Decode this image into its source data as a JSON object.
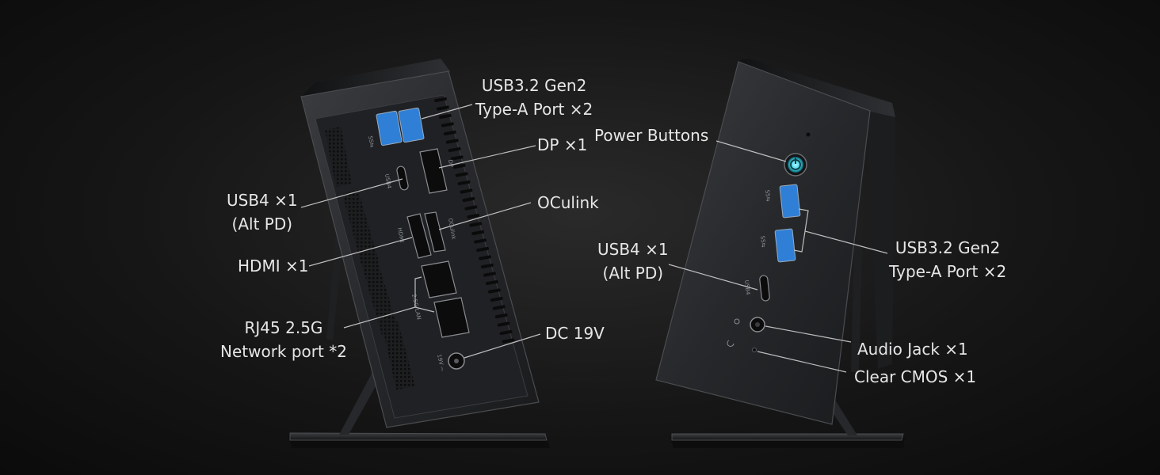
{
  "labels": {
    "left": {
      "usb32": {
        "line1": "USB3.2 Gen2",
        "line2": "Type-A Port ×2"
      },
      "dp": "DP ×1",
      "usb4": {
        "line1": "USB4 ×1",
        "line2": "(Alt PD)"
      },
      "oculink": "OCulink",
      "hdmi": "HDMI ×1",
      "rj45": {
        "line1": "RJ45 2.5G",
        "line2": "Network port *2"
      },
      "dc": "DC 19V"
    },
    "right": {
      "power": "Power Buttons",
      "usb4": {
        "line1": "USB4 ×1",
        "line2": "(Alt PD)"
      },
      "usb32": {
        "line1": "USB3.2 Gen2",
        "line2": "Type-A Port ×2"
      },
      "audio": "Audio Jack ×1",
      "cmos": "Clear CMOS ×1"
    }
  },
  "device_markings": {
    "usb_logo": "SS⇆",
    "usb4": "USB4",
    "dp": "DP",
    "hdmi": "HDMI",
    "oculink": "OCulink",
    "lan": "2.5G LAN",
    "dc": "19V ⎓"
  },
  "colors": {
    "background": "#141414",
    "body": "#2b2d30",
    "port_blue": "#2f7fd6",
    "power_glow": "#3fd6ea",
    "label_text": "#e6e6e6",
    "leader_line": "#bdbdbd"
  }
}
